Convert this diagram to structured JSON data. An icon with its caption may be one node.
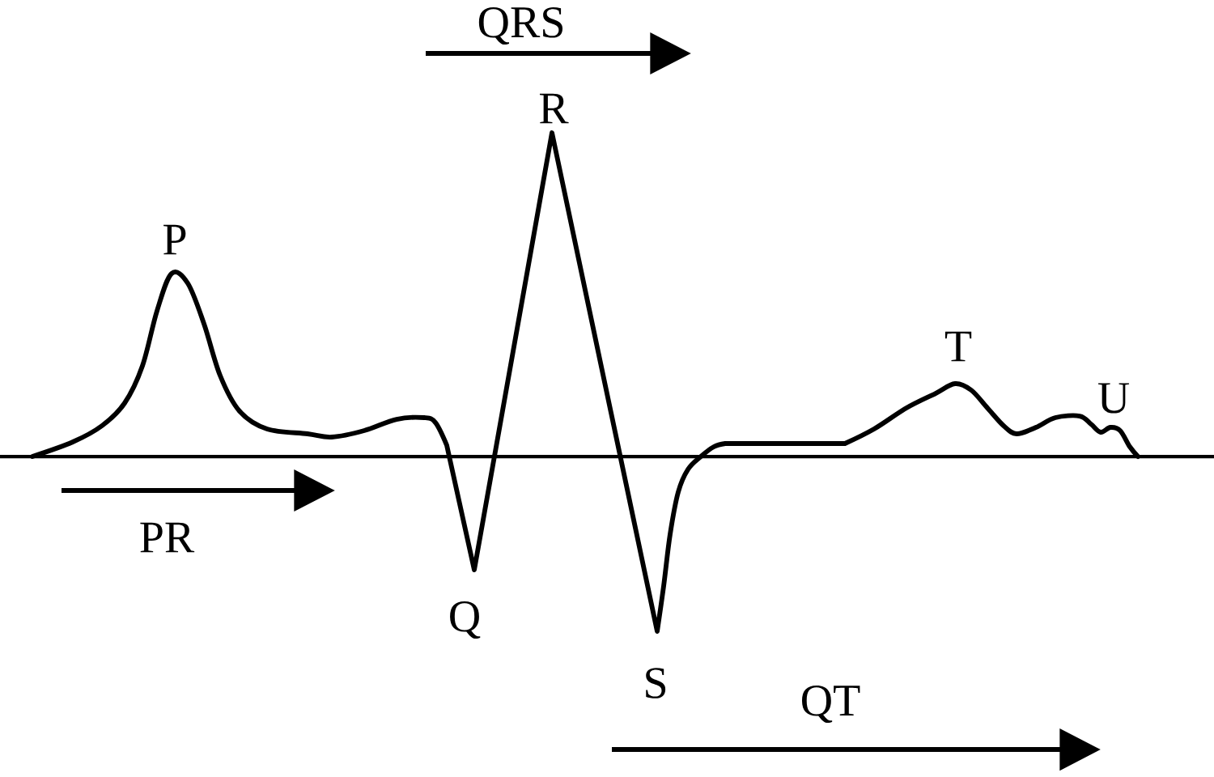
{
  "diagram": {
    "labels": [
      "QRS",
      "R",
      "P",
      "T",
      "U",
      "PR",
      "Q",
      "S",
      "QT"
    ]
  }
}
